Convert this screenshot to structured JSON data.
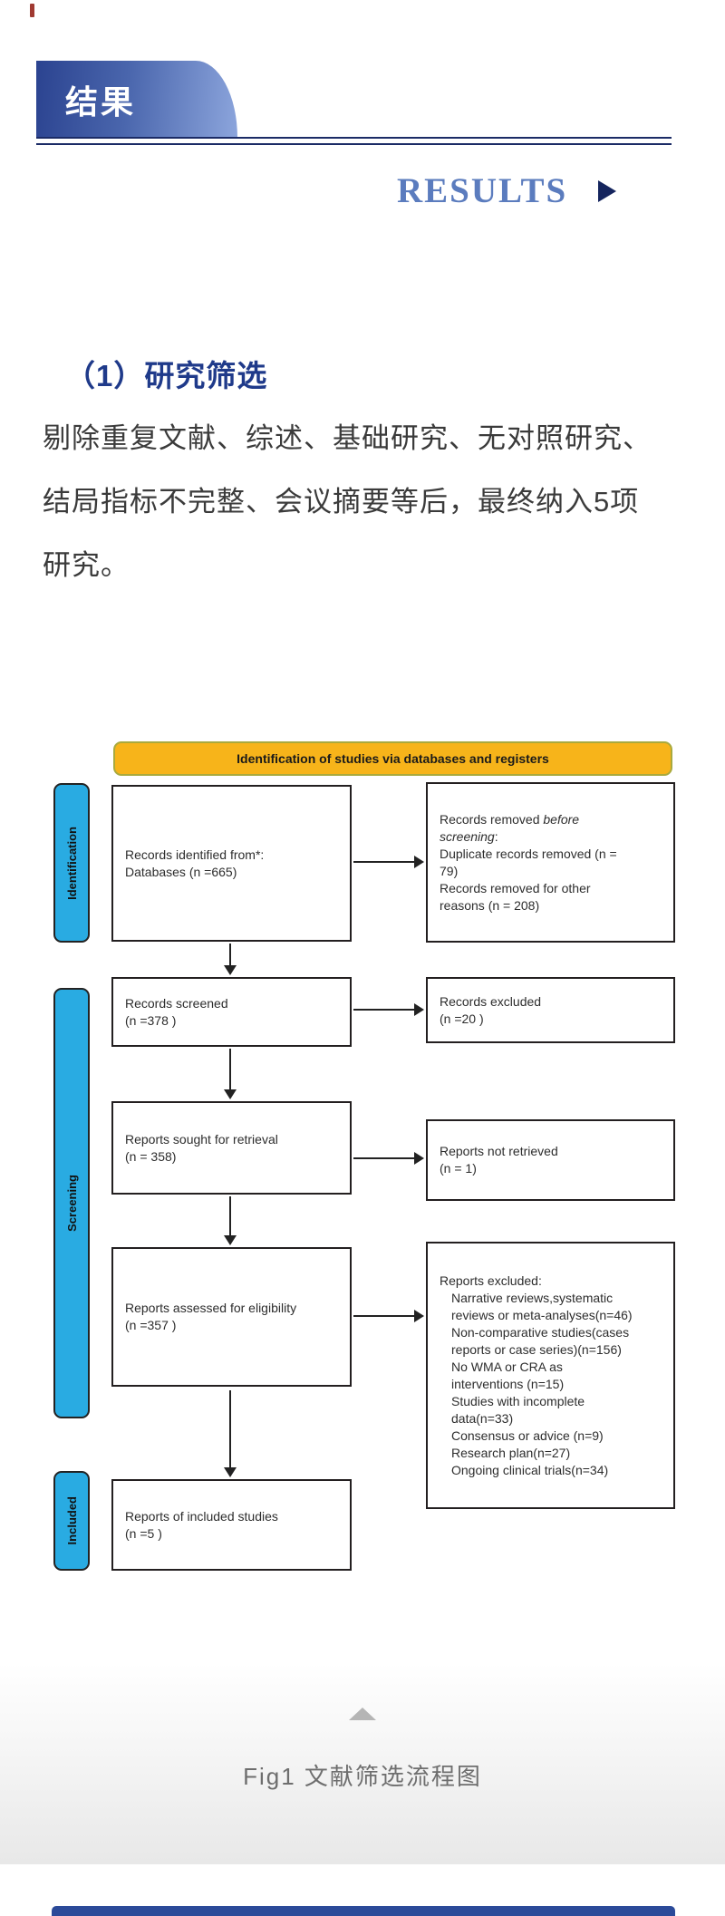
{
  "header": {
    "banner_title": "结果",
    "subtitle": "RESULTS"
  },
  "section": {
    "heading": "（1）研究筛选",
    "paragraph_lines": [
      "剔除重复文献、综述、基础研究、无对照研究、",
      "结局指标不完整、会议摘要等后，最终纳入5项",
      "研究。"
    ]
  },
  "flowchart": {
    "banner_text": "Identification of studies via databases and registers",
    "stages": [
      "Identification",
      "Screening",
      "Included"
    ],
    "left_boxes": [
      {
        "lines": [
          "Records identified from*:",
          "Databases (n =665)"
        ]
      },
      {
        "lines": [
          "Records screened",
          "(n =378 )"
        ]
      },
      {
        "lines": [
          "Reports sought for retrieval",
          "(n = 358)"
        ]
      },
      {
        "lines": [
          "Reports assessed for eligibility",
          "(n =357 )"
        ]
      },
      {
        "lines": [
          "Reports of included studies",
          "(n =5 )"
        ]
      }
    ],
    "right_boxes": {
      "removed": {
        "line1_normal": "Records removed ",
        "line1_italic": "before",
        "line2_italic": "screening",
        "line2_normal": ":",
        "lines": [
          "Duplicate records removed  (n =",
          "79)",
          "Records removed for other",
          "reasons (n = 208)"
        ]
      },
      "excluded_records": {
        "lines": [
          "Records excluded",
          "(n =20 )"
        ]
      },
      "not_retrieved": {
        "lines": [
          "Reports not retrieved",
          "(n = 1)"
        ]
      },
      "excluded_reports": {
        "title": "Reports excluded:",
        "items": [
          "Narrative reviews,systematic",
          "reviews or meta-analyses(n=46)",
          "Non-comparative studies(cases",
          "reports or case series)(n=156)",
          "No WMA or CRA as",
          "interventions (n=15)",
          "Studies with incomplete",
          "data(n=33)",
          "Consensus or advice (n=9)",
          "Research plan(n=27)",
          "Ongoing clinical trials(n=34)"
        ]
      }
    },
    "colors": {
      "banner_bg": "#f7b41a",
      "banner_border": "#a9aa3e",
      "stage_bg": "#29abe2",
      "box_border": "#231f20"
    }
  },
  "caption": "Fig1 文献筛选流程图",
  "accent_colors": {
    "results_text": "#5b7cbe",
    "navy_line": "#1b2b66",
    "banner_gradient_start": "#2b4390",
    "banner_gradient_end": "#8ca5dc",
    "bottom_bar": "#2b4a99"
  }
}
